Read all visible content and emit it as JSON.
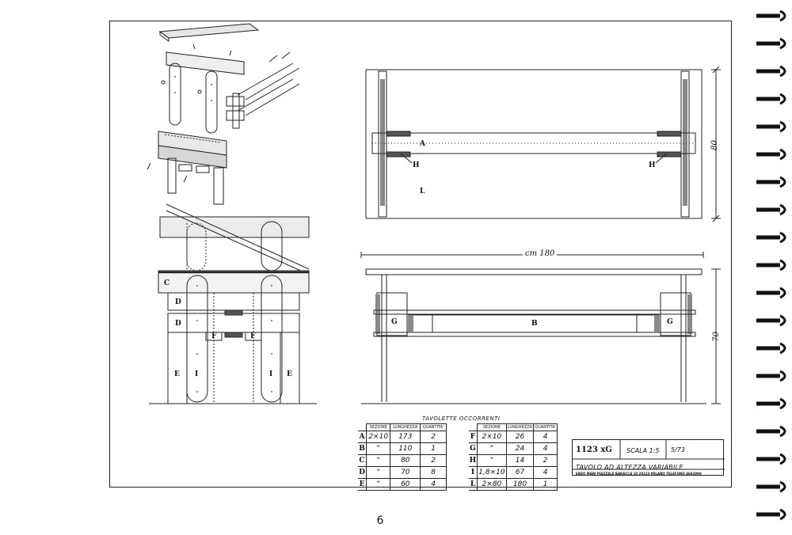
{
  "page_number": "6",
  "dimensions": {
    "length": "cm 180",
    "depth": "80",
    "height": "70"
  },
  "part_labels": {
    "plan_a": "A",
    "plan_h_left": "H",
    "plan_h_right": "H",
    "plan_l": "L",
    "elev_b": "B",
    "elev_g_left": "G",
    "elev_g_right": "G",
    "front_c": "C",
    "front_d1": "D",
    "front_d2": "D",
    "front_f1": "F",
    "front_f2": "F",
    "front_e1": "E",
    "front_i1": "I",
    "front_i2": "I",
    "front_e2": "E"
  },
  "parts_table": {
    "title": "TAVOLETTE OCCORRENTI",
    "headers": [
      "SEZIONE",
      "LUNGHEZZA",
      "QUANTITA'"
    ],
    "left": [
      {
        "key": "A",
        "section": "2×10",
        "length": "173",
        "qty": "2"
      },
      {
        "key": "B",
        "section": "\"",
        "length": "110",
        "qty": "1"
      },
      {
        "key": "C",
        "section": "\"",
        "length": "80",
        "qty": "2"
      },
      {
        "key": "D",
        "section": "\"",
        "length": "70",
        "qty": "8"
      },
      {
        "key": "E",
        "section": "\"",
        "length": "60",
        "qty": "4"
      }
    ],
    "right": [
      {
        "key": "F",
        "section": "2×10",
        "length": "26",
        "qty": "4"
      },
      {
        "key": "G",
        "section": "\"",
        "length": "24",
        "qty": "4"
      },
      {
        "key": "H",
        "section": "\"",
        "length": "14",
        "qty": "2"
      },
      {
        "key": "I",
        "section": "1,8×10",
        "length": "67",
        "qty": "4"
      },
      {
        "key": "L",
        "section": "2×80",
        "length": "180",
        "qty": "1"
      }
    ]
  },
  "title_block": {
    "code": "1123 xG",
    "scale": "SCALA 1:5",
    "sheet": "5/73",
    "title": "TAVOLO AD ALTEZZA VARIABILE",
    "address": "ENZO MARI   PIAZZALE BARACCA 10   20123 MILANO   TELEFONO 4692890"
  }
}
